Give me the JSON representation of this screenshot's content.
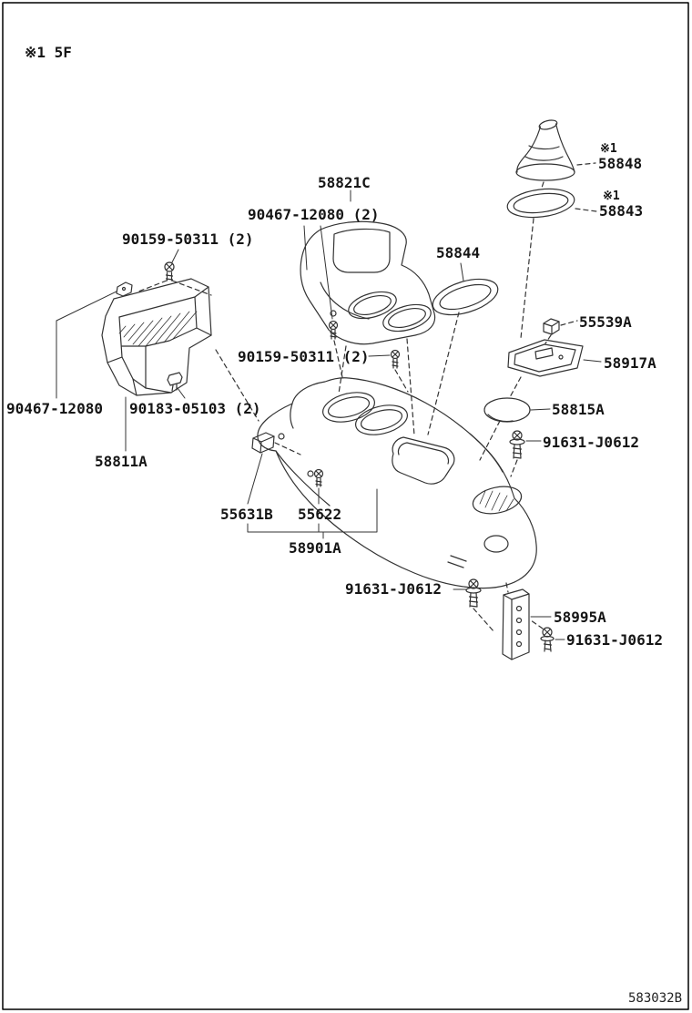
{
  "page": {
    "note_top_left": "※1 5F",
    "diagram_code": "583032B",
    "ink_color": "#333333",
    "background": "#ffffff"
  },
  "labels": {
    "boot_ref": "※1",
    "boot": "58848",
    "ring_ref": "※1",
    "ring": "58843",
    "upper_panel": "58821C",
    "upper_panel_screws": "90467-12080 (2)",
    "screws_top": "90159-50311 (2)",
    "oval_garnish": "58844",
    "clip_right": "55539A",
    "rear_tray": "58917A",
    "screws_mid": "90159-50311 (2)",
    "hole_cover": "58815A",
    "bolt_right": "91631-J0612",
    "clip_front": "90467-12080",
    "clip_rear": "90183-05103 (2)",
    "side_panel": "58811A",
    "clip_bottom": "55631B",
    "screw_bottom": "55622",
    "console_box": "58901A",
    "bolt_lower": "91631-J0612",
    "rear_bracket": "58995A",
    "bolt_bracket": "91631-J0612"
  }
}
